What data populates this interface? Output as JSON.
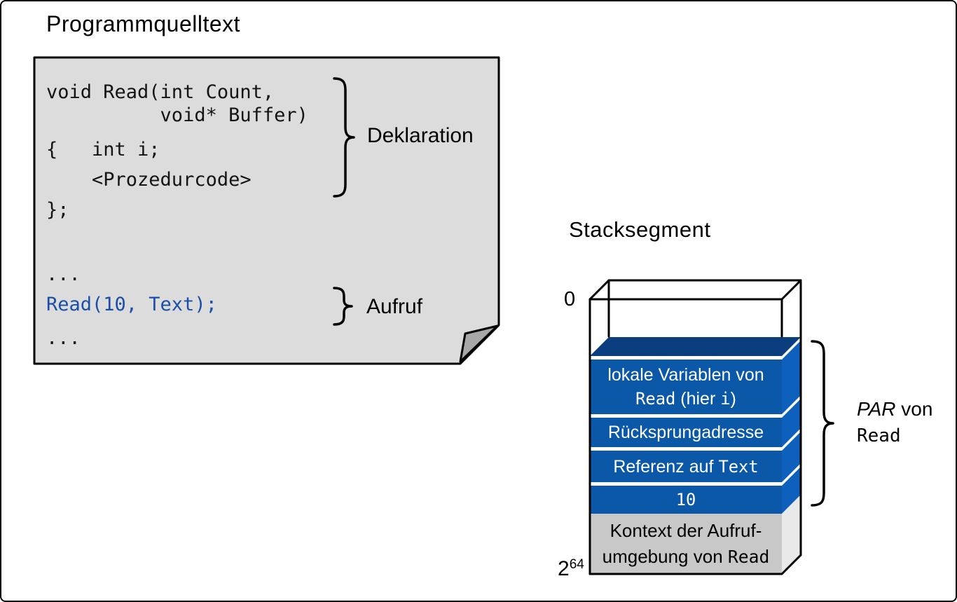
{
  "source_panel": {
    "title": "Programmquelltext",
    "code_lines": [
      "void Read(int Count,",
      "          void* Buffer)",
      "{   int i;",
      "    <Prozedurcode>",
      "};",
      "...",
      "Read(10, Text);",
      "..."
    ],
    "call_line_color": "#1b4fa5",
    "deklaration_label": "Deklaration",
    "aufruf_label": "Aufruf",
    "paper_fill": "#dcdcdc",
    "fold_fill": "#a8a8a8"
  },
  "stack_panel": {
    "title": "Stacksegment",
    "address_top": "0",
    "address_bottom_base": "2",
    "address_bottom_exponent": "64",
    "frames": [
      {
        "line1": "lokale Variablen von",
        "line2_mono_a": "Read",
        "line2_text_b": " (hier ",
        "line2_mono_c": "i",
        "line2_text_d": ")"
      },
      {
        "label": "Rücksprungadresse"
      },
      {
        "text": "Referenz auf ",
        "mono": "Text"
      },
      {
        "value": "10"
      }
    ],
    "context_frame": {
      "line1": "Kontext der Aufruf-",
      "line2_text": "umgebung von ",
      "line2_mono": "Read"
    },
    "par_label": {
      "italic": "PAR",
      "rest": " von",
      "mono": "Read"
    },
    "colors": {
      "frame_front": "#0b57a8",
      "frame_side": "#0d60bc",
      "frame_top": "#0a3e7e",
      "context_front": "#c8c8c8",
      "context_side": "#e9e9e9"
    }
  }
}
